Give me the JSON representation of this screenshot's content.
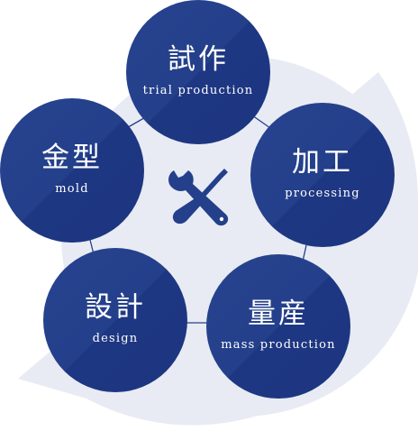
{
  "diagram": {
    "steps": [
      {
        "key": "trial",
        "jp": "試作",
        "en": "trial production"
      },
      {
        "key": "mold",
        "jp": "金型",
        "en": "mold"
      },
      {
        "key": "process",
        "jp": "加工",
        "en": "processing"
      },
      {
        "key": "design",
        "jp": "設計",
        "en": "design"
      },
      {
        "key": "mass",
        "jp": "量産",
        "en": "mass production"
      }
    ],
    "center_icon": "wrench-and-screwdriver-icon",
    "colors": {
      "circle": "#24408b",
      "circle_dark": "#1d3680",
      "backdrop": "#e8ebf3",
      "connector": "#24408b",
      "text": "#ffffff"
    }
  }
}
